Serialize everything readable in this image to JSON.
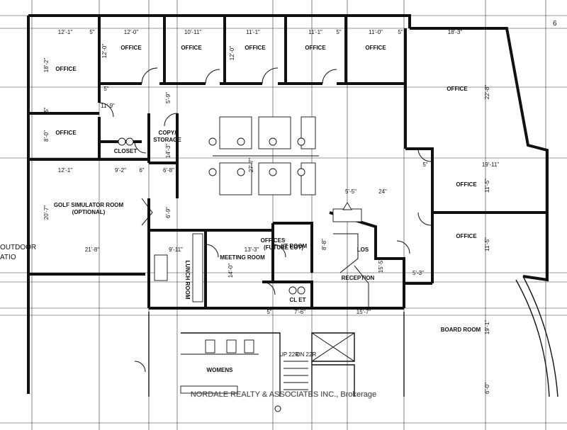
{
  "sheet": {
    "grid_label": "6"
  },
  "outside": {
    "label_line1": "OUTDOOR",
    "label_line2": "ATIO"
  },
  "rooms": {
    "office_1": "OFFICE",
    "office_2": "OFFICE",
    "office_3": "OFFICE",
    "office_4": "OFFICE",
    "office_5": "OFFICE",
    "office_left_upper": "OFFICE",
    "office_left_lower": "OFFICE",
    "office_corner": "OFFICE",
    "office_right_1": "OFFICE",
    "office_right_2": "OFFICE",
    "closet_left": "CLOSET",
    "copy_line1": "COPY/",
    "copy_line2": "STORAGE",
    "golf_line1": "GOLF SIMULATOR ROOM",
    "golf_line2": "(OPTIONAL)",
    "lunch": "LUNCH ROOM",
    "meeting": "MEETING ROOM",
    "offices_line1": "OFFICES",
    "offices_line2": "(FUTURE LOT)",
    "it_room": "I/T ROOM",
    "closet_mid": "CL ET",
    "reception": "RECEPTION",
    "los": "LOS",
    "board": "BOARD ROOM",
    "womens": "WOMENS",
    "stair_up": "UP 22R",
    "stair_dn": "DN 22R"
  },
  "dimensions": {
    "d1": "12'-1\"",
    "d2": "5\"",
    "d3": "12'-0\"",
    "d4": "10'-11\"",
    "d5": "11'-1\"",
    "d6": "11'-1\"",
    "d7": "5\"",
    "d8": "11'-0\"",
    "d9": "5\"",
    "d10": "18'-3\"",
    "d11": "18'-2\"",
    "d12": "12'-0\"",
    "d13": "12'-0\"",
    "d14": "22'-8\"",
    "d15": "5\"",
    "d16": "5'-9\"",
    "d17": "11'-9\"",
    "d18": "5\"",
    "d19": "8'-0\"",
    "d20": "14'-3\"",
    "d21": "27'-7\"",
    "d22": "12'-1\"",
    "d23": "9'-2\"",
    "d24": "6\"",
    "d25": "6'-8\"",
    "d26": "5\"",
    "d27": "19'-11\"",
    "d28": "11'-5\"",
    "d29": "5'-5\"",
    "d30": "24\"",
    "d31": "20'-7\"",
    "d32": "6'-9\"",
    "d33": "11'-5\"",
    "d34": "21'-8\"",
    "d35": "9'-11\"",
    "d36": "13'-3\"",
    "d37": "8'-8\"",
    "d38": "15'-5\"",
    "d39": "5'-3\"",
    "d40": "14'-0\"",
    "d41": "7'-6\"",
    "d42": "15'-7\"",
    "d43": "19'-1\"",
    "d44": "5\"",
    "d45": "6'-0\""
  },
  "watermark": "NORDALE REALTY & ASSOCIATES INC., Brokerage"
}
